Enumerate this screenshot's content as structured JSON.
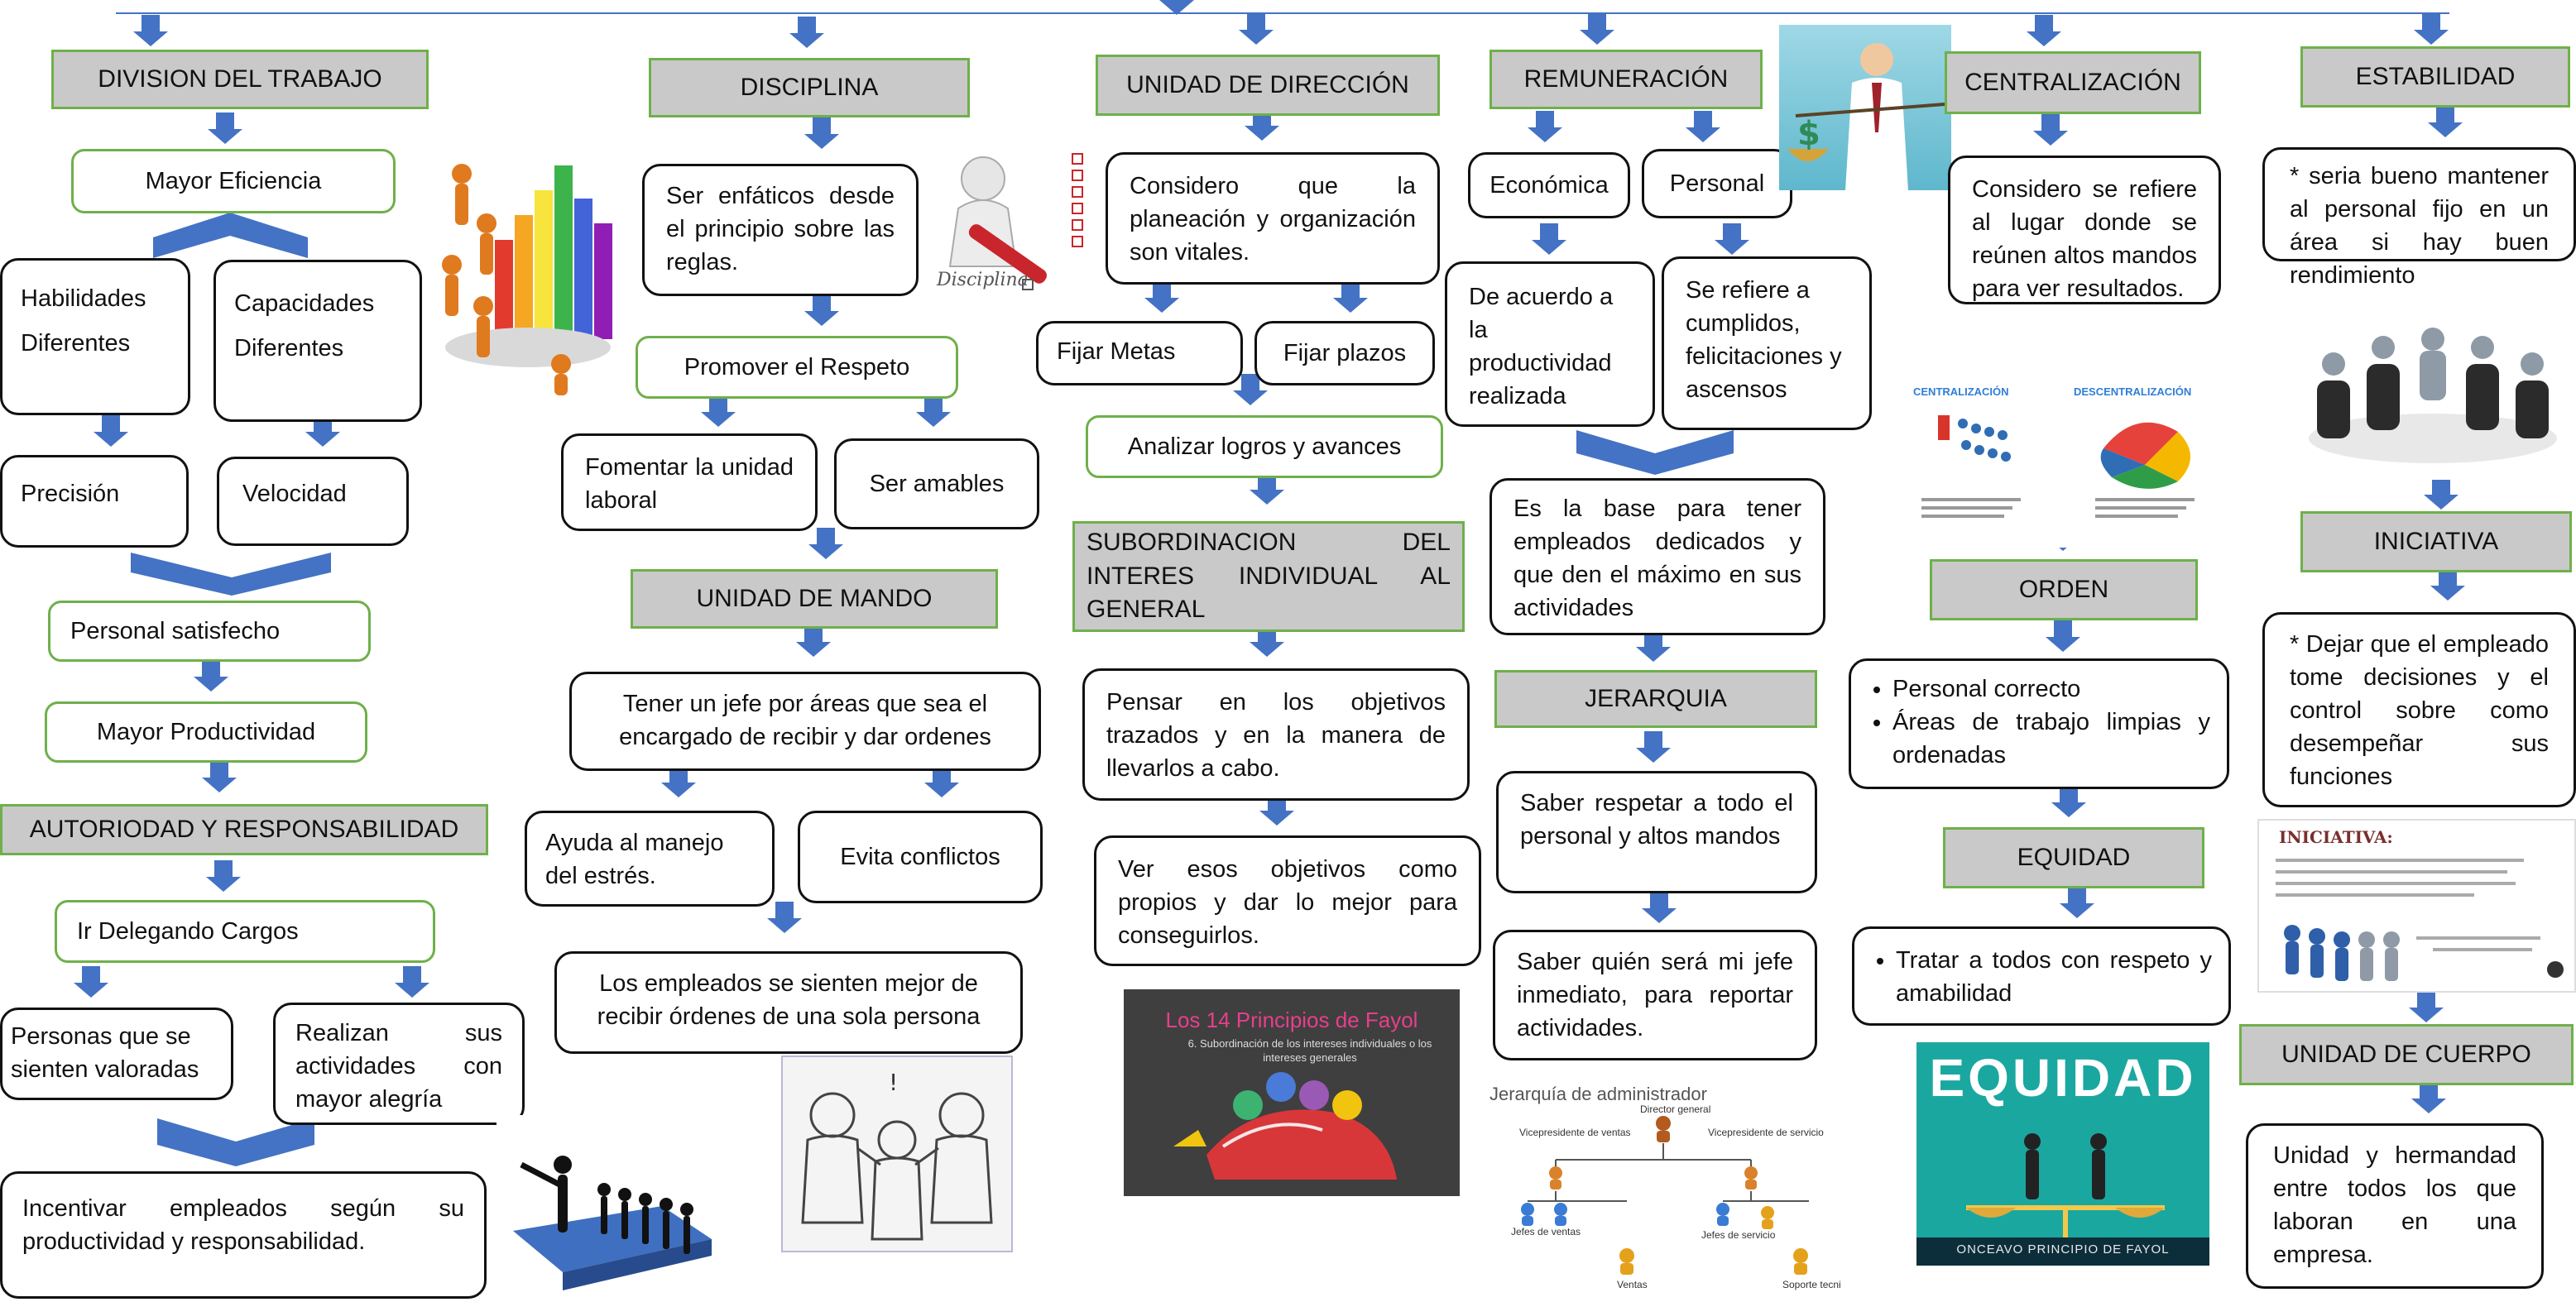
{
  "colors": {
    "arrow": "#4472c4",
    "green_border": "#6fb04a",
    "gray_fill": "#c9c9c9"
  },
  "columns": {
    "c1": {
      "header": "DIVISION DEL TRABAJO",
      "b1": "Mayor Eficiencia",
      "b2a": "Habilidades",
      "b2b": "Diferentes",
      "b3a": "Capacidades",
      "b3b": "Diferentes",
      "b4": "Precisión",
      "b5": "Velocidad",
      "b6": "Personal satisfecho",
      "b7": "Mayor Productividad",
      "header2": "AUTORIODAD Y RESPONSABILIDAD",
      "b8": "Ir Delegando Cargos",
      "b9": "Personas que se sienten valoradas",
      "b10": "Realizan sus actividades con mayor alegría",
      "b11": "Incentivar empleados según su productividad y responsabilidad."
    },
    "c2": {
      "header": "DISCIPLINA",
      "b1": "Ser enfáticos desde el principio sobre las reglas.",
      "b2": "Promover el Respeto",
      "b3": "Fomentar la unidad laboral",
      "b4": "Ser amables",
      "header2": "UNIDAD DE MANDO",
      "b5": "Tener un jefe por áreas que sea el encargado de recibir y dar ordenes",
      "b6": "Ayuda al manejo del estrés.",
      "b7": "Evita conflictos",
      "b8": "Los empleados se sienten mejor de recibir órdenes de una sola persona",
      "img_disciplina": "Disciplina"
    },
    "c3": {
      "header": "UNIDAD DE DIRECCIÓN",
      "b1": "Considero que la planeación y organización son vitales.",
      "b2": "Fijar Metas",
      "b3": "Fijar plazos",
      "b4": "Analizar logros y avances",
      "header2": "SUBORDINACION DEL INTERES INDIVIDUAL AL GENERAL",
      "b5": "Pensar en los objetivos trazados y en la manera de llevarlos a cabo.",
      "b6": "Ver esos objetivos como propios y dar lo mejor para conseguirlos.",
      "img_title": "Los 14 Principios de Fayol",
      "img_sub": "6. Subordinación de los intereses individuales o los intereses generales"
    },
    "c4": {
      "header": "REMUNERACIÓN",
      "b1": "Económica",
      "b2": "Personal",
      "b3": "De acuerdo a la productividad realizada",
      "b4": "Se refiere a cumplidos, felicitaciones y ascensos",
      "b5": "Es la base para tener empleados dedicados y que den el máximo en sus actividades",
      "header2": "JERARQUIA",
      "b6": "Saber respetar a todo el personal y altos mandos",
      "b7": "Saber quién será mi jefe inmediato, para reportar actividades.",
      "org": {
        "title": "Jerarquía de administrador",
        "top": "Director general",
        "l1a": "Vicepresidente de ventas",
        "l1b": "Vicepresidente de servicio",
        "l2a": "Jefes de ventas",
        "l2b": "Jefes de servicio",
        "l3a": "Ventas",
        "l3b": "Soporte tecni"
      }
    },
    "c5": {
      "header": "CENTRALIZACIÓN",
      "b1": "Considero se refiere al lugar donde se reúnen altos mandos para ver resultados.",
      "img_c": "CENTRALIZACIÓN",
      "img_d": "DESCENTRALIZACIÓN",
      "header2": "ORDEN",
      "list1": [
        "Personal correcto",
        "Áreas de trabajo limpias y ordenadas"
      ],
      "header3": "EQUIDAD",
      "list2": [
        "Tratar a todos con respeto y amabilidad"
      ],
      "img_eq": "EQUIDAD",
      "img_eq_sub": "ONCEAVO PRINCIPIO DE FAYOL"
    },
    "c6": {
      "header": "ESTABILIDAD",
      "b1": "* seria bueno mantener al personal fijo en un área si hay buen rendimiento",
      "header2": "INICIATIVA",
      "b2": "* Dejar que el empleado tome decisiones y el control sobre como desempeñar sus funciones",
      "img_ini": "INICIATIVA:",
      "header3": "UNIDAD DE CUERPO",
      "b3": "Unidad y hermandad entre todos los que laboran en una empresa."
    }
  }
}
